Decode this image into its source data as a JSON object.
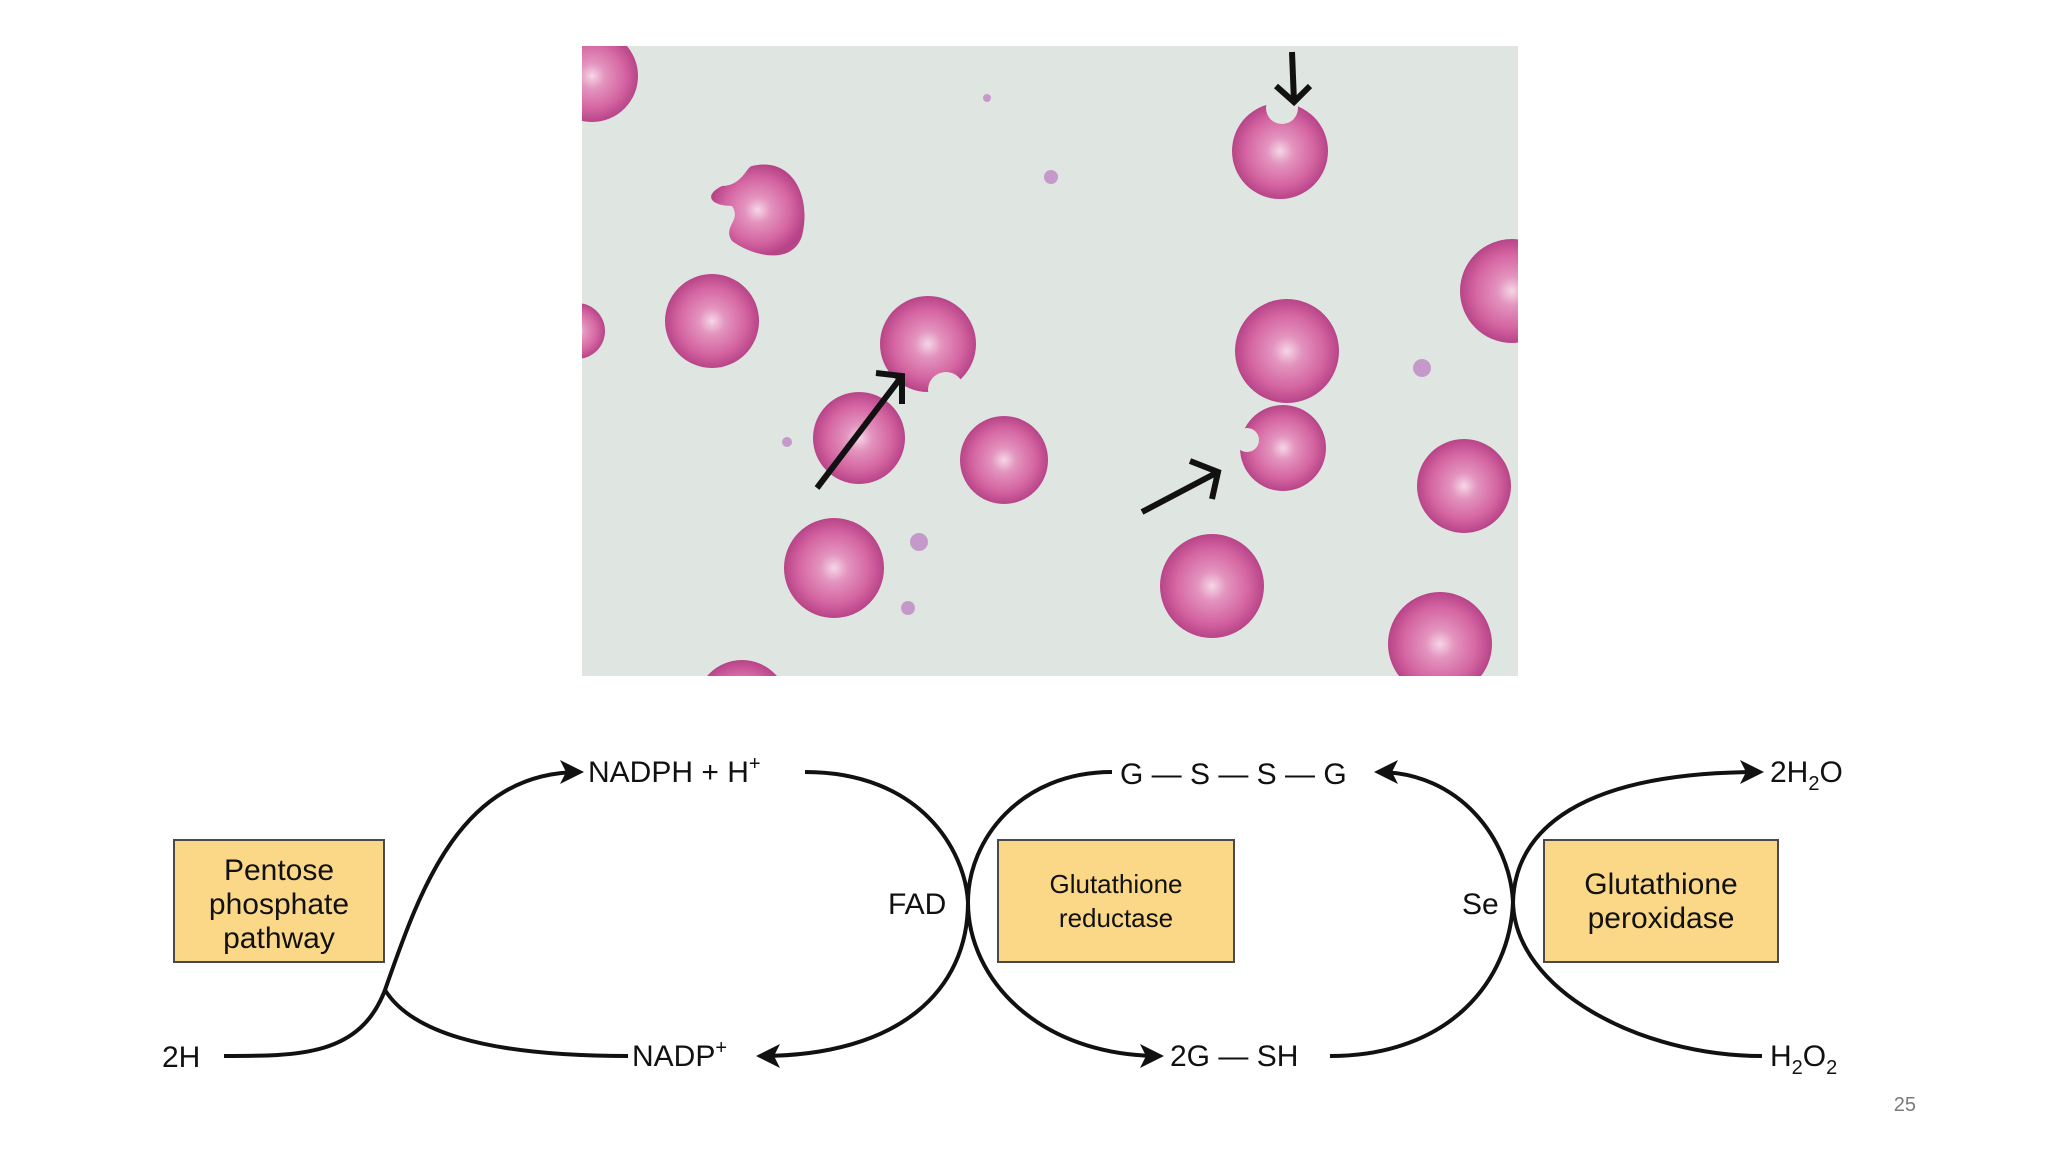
{
  "micrograph": {
    "description_icon": "rbc-smear-micrograph",
    "colors": {
      "background": "#dfe6e1",
      "cell": "#d86aa5",
      "cell_dark": "#b8468a",
      "cell_light": "#f3c8de"
    }
  },
  "diagram": {
    "boxes": {
      "ppp": [
        "Pentose",
        "phosphate",
        "pathway"
      ],
      "gr": [
        "Glutathione",
        "reductase"
      ],
      "gp": [
        "Glutathione",
        "peroxidase"
      ]
    },
    "labels": {
      "nadph": "NADPH + H",
      "nadph_sup": "+",
      "nadp": "NADP",
      "nadp_sup": "+",
      "h2_left": "2H",
      "fad": "FAD",
      "se": "Se",
      "gssg": "G — S — S — G",
      "gsh": "2G — SH",
      "h2o_pre": "2H",
      "h2o_sub": "2",
      "h2o_post": "O",
      "h2o2_a": "H",
      "h2o2_sub1": "2",
      "h2o2_b": "O",
      "h2o2_sub2": "2"
    },
    "colors": {
      "box_fill": "#fbd888",
      "box_stroke": "#4a4a4a"
    }
  },
  "slide_number": "25"
}
